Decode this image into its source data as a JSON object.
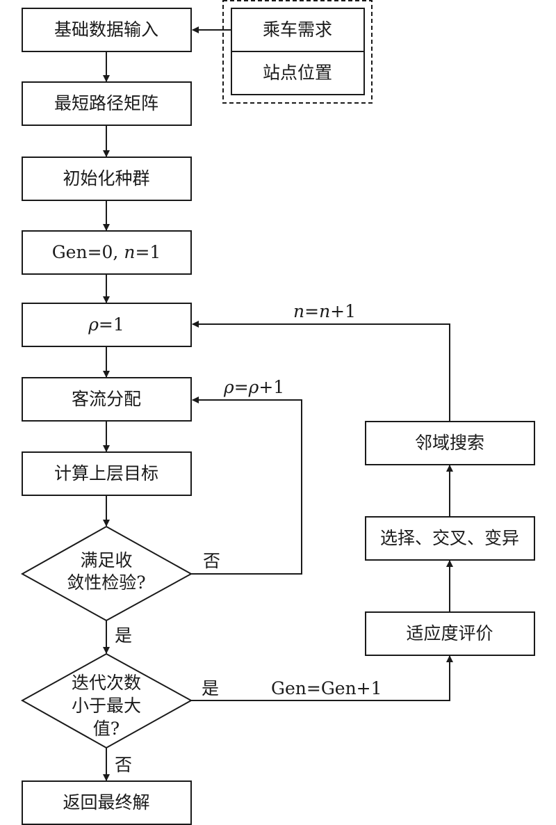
{
  "nodes": {
    "input": "基础数据输入",
    "demand": "乘车需求",
    "station": "站点位置",
    "shortest_path": "最短路径矩阵",
    "init_pop": "初始化种群",
    "gen_init": {
      "a": "Gen=0, ",
      "b": "n",
      "c": "=1"
    },
    "rho_init": {
      "a": "ρ",
      "b": "=1"
    },
    "flow_assign": "客流分配",
    "upper_obj": "计算上层目标",
    "convergence": {
      "line1": "满足收",
      "line2": "敛性检验?"
    },
    "iteration": {
      "line1": "迭代次数",
      "line2": "小于最大",
      "line3": "值?"
    },
    "return": "返回最终解",
    "fitness": "适应度评价",
    "ga_ops": "选择、交叉、变异",
    "neighborhood": "邻域搜索"
  },
  "edges": {
    "no_1": "否",
    "yes_1": "是",
    "yes_2": "是",
    "no_2": "否",
    "rho_inc": {
      "a": "ρ",
      "b": "=",
      "c": "ρ",
      "d": "+1"
    },
    "n_inc": {
      "a": "n",
      "b": "=",
      "c": "n",
      "d": "+1"
    },
    "gen_inc": "Gen=Gen+1"
  }
}
